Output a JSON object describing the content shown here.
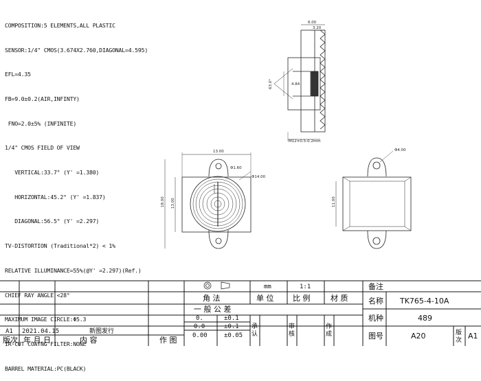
{
  "specs": [
    "COMPOSITION:5 ELEMENTS,ALL PLASTIC",
    "SENSOR:1/4\" CMOS(3.674X2.760,DIAGONAL=4.595)",
    "EFL=4.35",
    "FB=9.0±0.2(AIR,INFINTY)",
    " FNO=2.0±5% (INFINITE)",
    "1/4\" CMOS FIELD OF VIEW",
    "   VERTICAL:33.7° (Y' =1.380)",
    "   HORIZONTAL:45.2° (Y' =1.837)",
    "   DIAGONAL:56.5° (Y' =2.297)",
    "TV-DISTORTION (Traditional*2) < 1%",
    "RELATIVE ILLUMINANCE=55%(@Y' =2.297)(Ref.)",
    "CHIEF RAY ANGLE <28°",
    "MAXIMUM IMAGE CIRCLE:Φ5.3",
    "IR-CUT COATNG FILTER:NONE",
    "BARREL MATERIAL:PC(BLACK)"
  ],
  "side_view": {
    "dim_top": "6.00",
    "dim_top2": "3.20",
    "angle": "63.0°",
    "dim_inner": "4.84",
    "thread": "M12×0.5-0.2mm"
  },
  "front_view": {
    "width": "13.00",
    "hole": "Φ1.60",
    "diameter": "Φ14.00",
    "height_outer": "18.00",
    "height_inner": "13.00"
  },
  "back_view": {
    "hole": "Φ4.00",
    "height": "11.00"
  },
  "title_block": {
    "unit": "mm",
    "scale": "1:1",
    "angle_label": "角    法",
    "unit_label": "单  位",
    "scale_label": "比  例",
    "material_label": "材  质",
    "tolerance_label": "一  般  公  差",
    "tolerances": [
      {
        "range": "0.",
        "value": "±0.1"
      },
      {
        "range": "0.0",
        "value": "±0.1"
      },
      {
        "range": "0.00",
        "value": "±0.05"
      }
    ],
    "approve_label": "承认",
    "review_label": "审核",
    "make_label": "作成",
    "remark_label": "备注",
    "name_label": "名称",
    "name_value": "TK765-4-10A",
    "model_label": "机种",
    "model_value": "489",
    "drawing_no_label": "图号",
    "drawing_no_value": "A20",
    "version_label": "版次",
    "version_value": "A1",
    "rev_version": "A1",
    "rev_date": "2021.04.15",
    "rev_content": "新图发行",
    "col_version": "版次",
    "col_date": "年.月.日",
    "col_content": "内    容",
    "col_author": "作  图"
  }
}
